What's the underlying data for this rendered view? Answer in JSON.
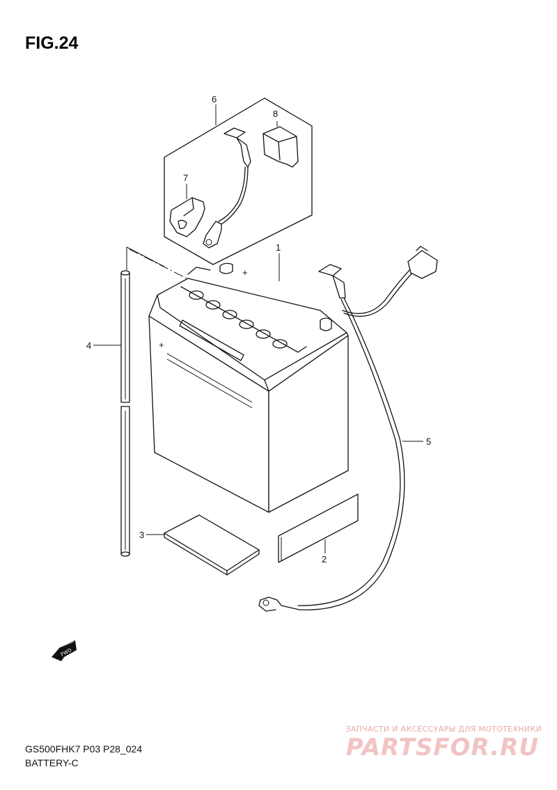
{
  "figure": {
    "title": "FIG.24"
  },
  "callouts": [
    {
      "id": "1",
      "label": "1"
    },
    {
      "id": "2",
      "label": "2"
    },
    {
      "id": "3",
      "label": "3"
    },
    {
      "id": "4",
      "label": "4"
    },
    {
      "id": "5",
      "label": "5"
    },
    {
      "id": "6",
      "label": "6"
    },
    {
      "id": "7",
      "label": "7"
    },
    {
      "id": "8",
      "label": "8"
    }
  ],
  "fwd_label": "FWD",
  "footer": {
    "model": "GS500FHK7 P03 P28_024",
    "name": "BATTERY-C"
  },
  "watermark": {
    "tagline": "ЗАПЧАСТИ И АКСЕССУАРЫ ДЛЯ МОТОТЕХНИКИ",
    "brand": "PARTSFOR.RU"
  }
}
